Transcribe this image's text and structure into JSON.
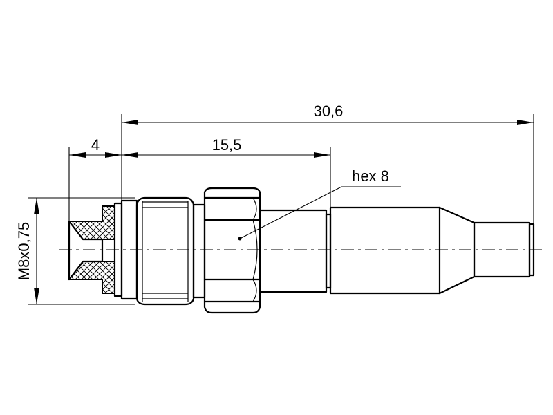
{
  "dimensions": {
    "overall_length": "30,6",
    "mid_length": "15,5",
    "tip_length": "4",
    "thread": "M8x0,75"
  },
  "callouts": {
    "hex": "hex 8"
  }
}
